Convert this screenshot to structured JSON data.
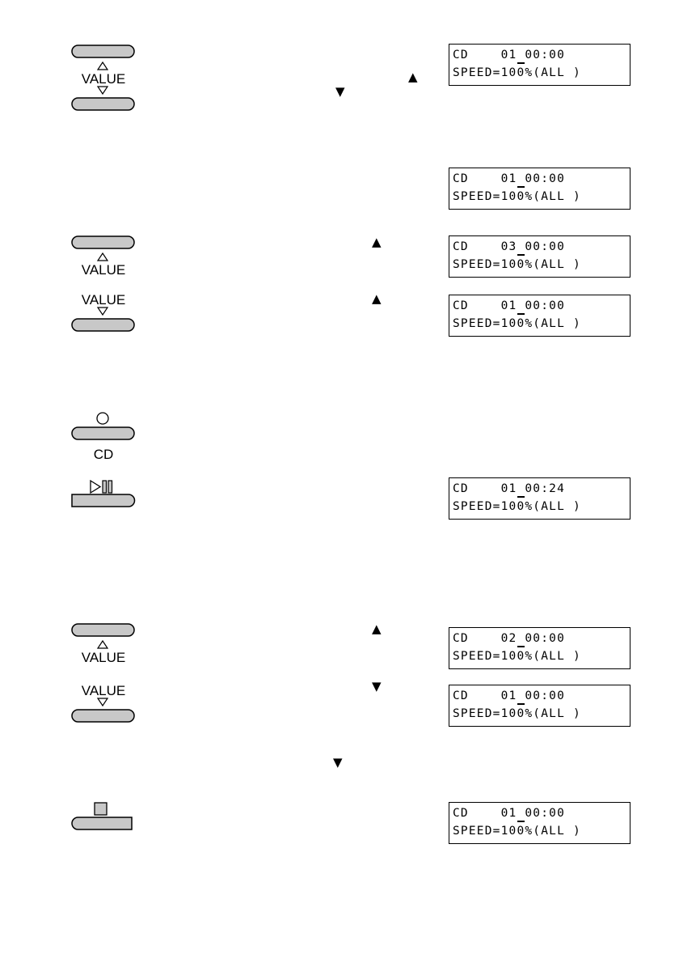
{
  "buttons": {
    "value_label": "VALUE",
    "cd_label": "CD"
  },
  "arrows": {
    "up": "▲",
    "down": "▼"
  },
  "lcd_displays": [
    {
      "line1": "CD    01 00:00",
      "line2": "SPEED=100%(ALL )",
      "cursor_digit": "1"
    },
    {
      "line1": "CD    01 00:00",
      "line2": "SPEED=100%(ALL )",
      "cursor_digit": "1"
    },
    {
      "line1": "CD    03 00:00",
      "line2": "SPEED=100%(ALL )",
      "cursor_digit": "3"
    },
    {
      "line1": "CD    01 00:00",
      "line2": "SPEED=100%(ALL )",
      "cursor_digit": "1"
    },
    {
      "line1": "CD    01 00:24",
      "line2": "SPEED=100%(ALL )",
      "cursor_digit": "1"
    },
    {
      "line1": "CD    02 00:00",
      "line2": "SPEED=100%(ALL )",
      "cursor_digit": "2"
    },
    {
      "line1": "CD    01 00:00",
      "line2": "SPEED=100%(ALL )",
      "cursor_digit": "1"
    },
    {
      "line1": "CD    01 00:00",
      "line2": "SPEED=100%(ALL )",
      "cursor_digit": "1"
    }
  ],
  "colors": {
    "button_fill": "#c8c8c8",
    "ink": "#000000"
  }
}
